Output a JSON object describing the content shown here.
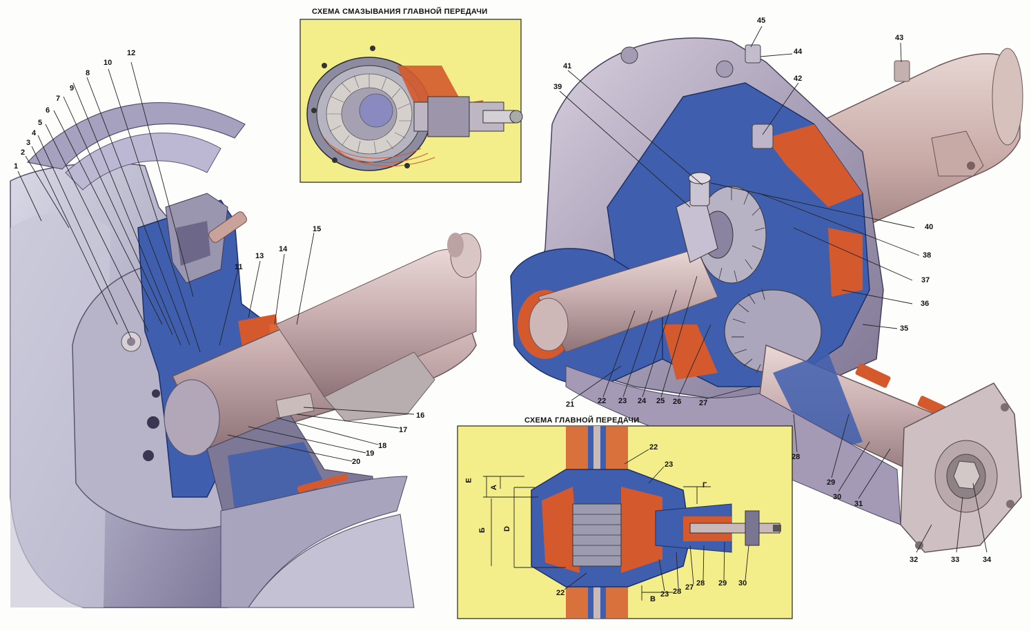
{
  "inset_lubrication_title": "СХЕМА СМАЗЫВАНИЯ ГЛАВНОЙ ПЕРЕДАЧИ",
  "inset_gear_title": "СХЕМА ГЛАВНОЙ ПЕРЕДАЧИ",
  "callouts_left": [
    "1",
    "2",
    "3",
    "4",
    "5",
    "6",
    "7",
    "8",
    "9",
    "10",
    "12",
    "11",
    "13",
    "14",
    "15",
    "16",
    "17",
    "18",
    "19",
    "20"
  ],
  "callouts_right": [
    "45",
    "44",
    "43",
    "42",
    "41",
    "39",
    "40",
    "38",
    "37",
    "36",
    "35",
    "21",
    "22",
    "23",
    "24",
    "25",
    "26",
    "27",
    "28",
    "29",
    "30",
    "31",
    "32",
    "33",
    "34"
  ],
  "callouts_inset": [
    "22",
    "23",
    "22",
    "23",
    "28",
    "27",
    "28",
    "29",
    "30"
  ],
  "dimensions": {
    "e": "Е",
    "a": "А",
    "b": "Б",
    "d": "D",
    "g": "Г",
    "v": "В"
  },
  "colors": {
    "housing": "#9fa0b6",
    "section": "#3f5fae",
    "highlight": "#d45a2e",
    "inset_bg": "#f3ee8a",
    "metal": "#bfb0b0"
  }
}
